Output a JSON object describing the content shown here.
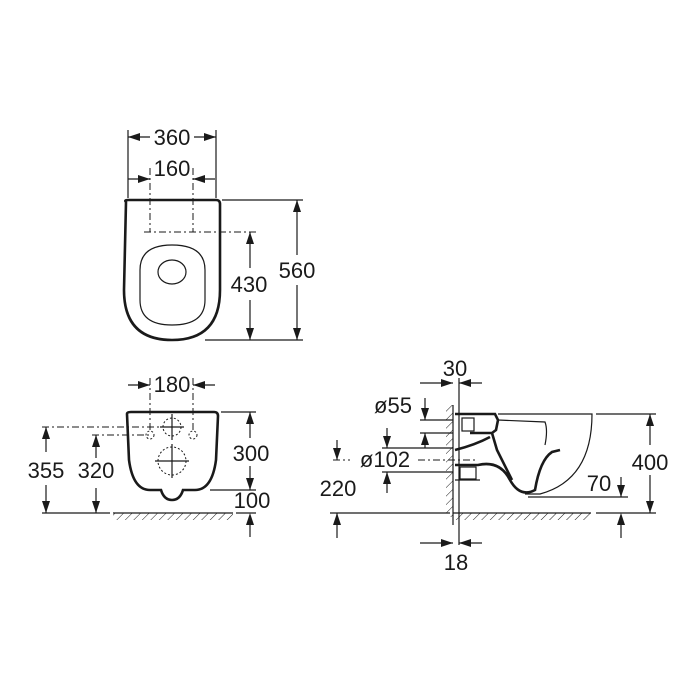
{
  "top_view": {
    "overall_width": "360",
    "hole_spacing": "160",
    "hole_depth": "430",
    "overall_length": "560"
  },
  "front_view": {
    "hole_spacing": "180",
    "height_355": "355",
    "height_320": "320",
    "bowl_height": "300",
    "bottom_clearance": "100"
  },
  "side_view": {
    "wall_offset": "30",
    "inlet_diameter": "ø55",
    "outlet_diameter": "ø102",
    "outlet_height": "220",
    "trap_height": "70",
    "overall_height": "400",
    "wall_gap": "18"
  },
  "colors": {
    "line": "#1a1a1a",
    "background": "#ffffff"
  }
}
